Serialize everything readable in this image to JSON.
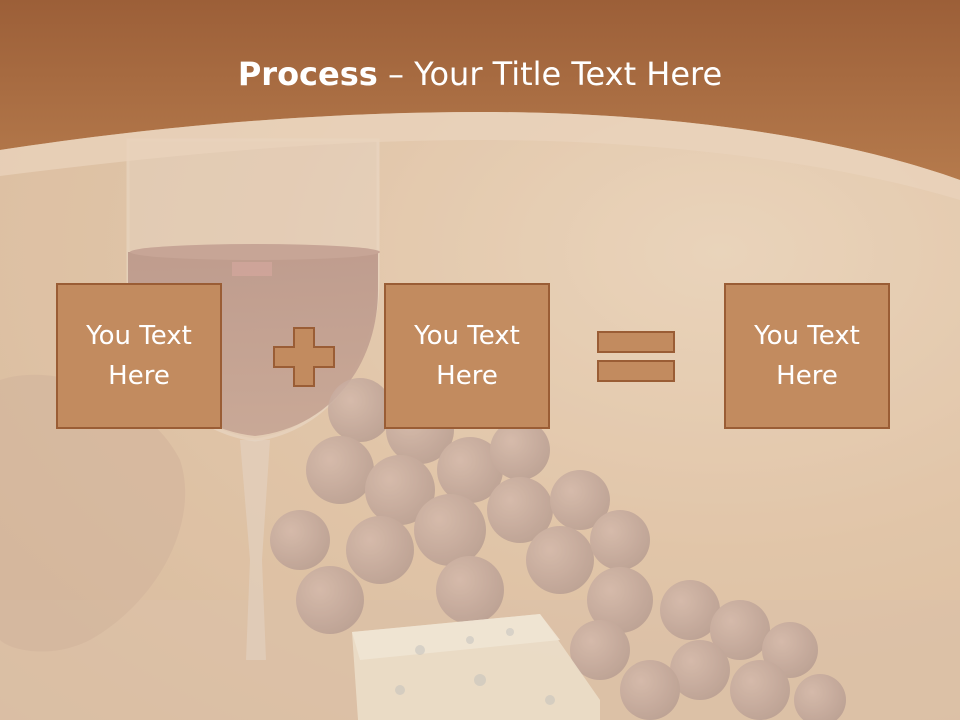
{
  "title": {
    "bold": "Process",
    "rest": " – Your Title Text Here"
  },
  "boxes": [
    {
      "label": "You Text Here"
    },
    {
      "label": "You Text Here"
    },
    {
      "label": "You Text Here"
    }
  ],
  "operators": [
    "plus-icon",
    "equals-icon"
  ],
  "colors": {
    "header": "#a8683e",
    "box_fill": "#c28b5f",
    "box_border": "#9a5d35",
    "text": "#ffffff"
  }
}
